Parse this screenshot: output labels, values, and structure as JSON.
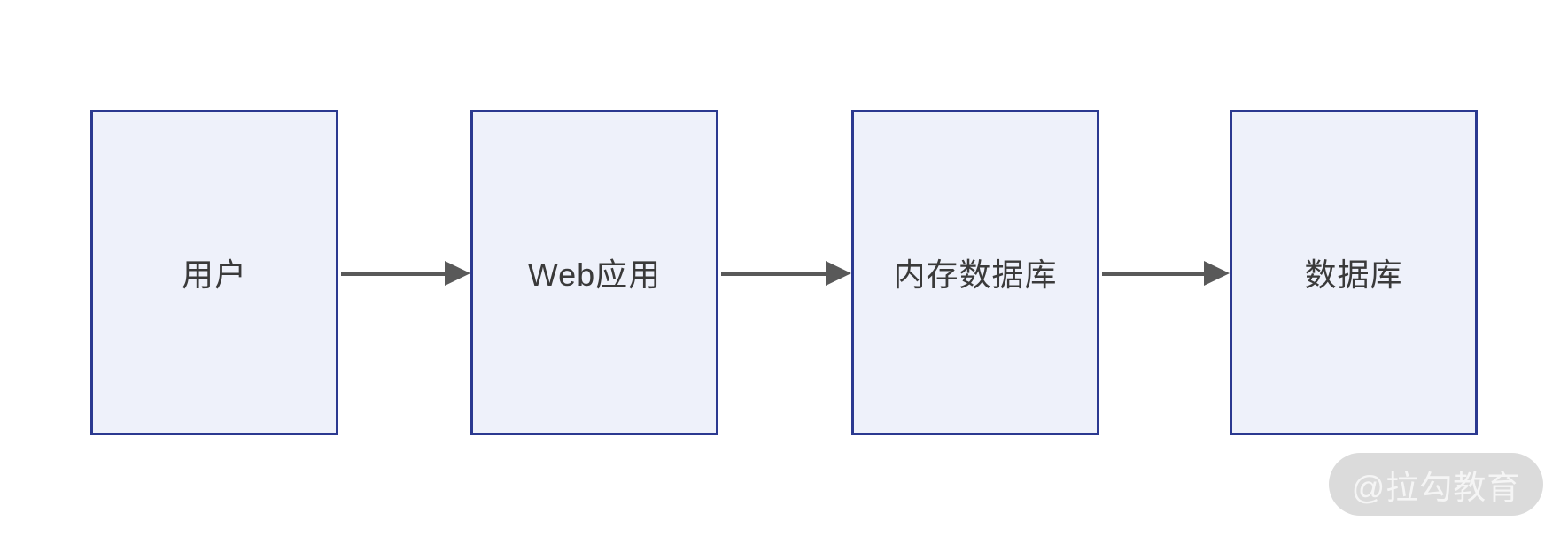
{
  "diagram": {
    "type": "flow",
    "nodes": [
      {
        "id": "user",
        "label": "用户"
      },
      {
        "id": "web-app",
        "label": "Web应用"
      },
      {
        "id": "in-memory-db",
        "label": "内存数据库"
      },
      {
        "id": "database",
        "label": "数据库"
      }
    ],
    "connections": [
      {
        "from": "用户",
        "to": "Web应用",
        "direction": "right"
      },
      {
        "from": "Web应用",
        "to": "内存数据库",
        "direction": "right"
      },
      {
        "from": "内存数据库",
        "to": "数据库",
        "direction": "right"
      }
    ],
    "watermark": {
      "label": "@拉勾教育"
    },
    "colors": {
      "node_fill": "#EEF1FA",
      "node_border": "#2B3990",
      "node_text": "#3A3A3A",
      "arrow": "#595959",
      "watermark_bg": "#DBDBDB",
      "watermark_text": "#F5F5F5",
      "canvas_bg": "#FFFFFF"
    }
  }
}
